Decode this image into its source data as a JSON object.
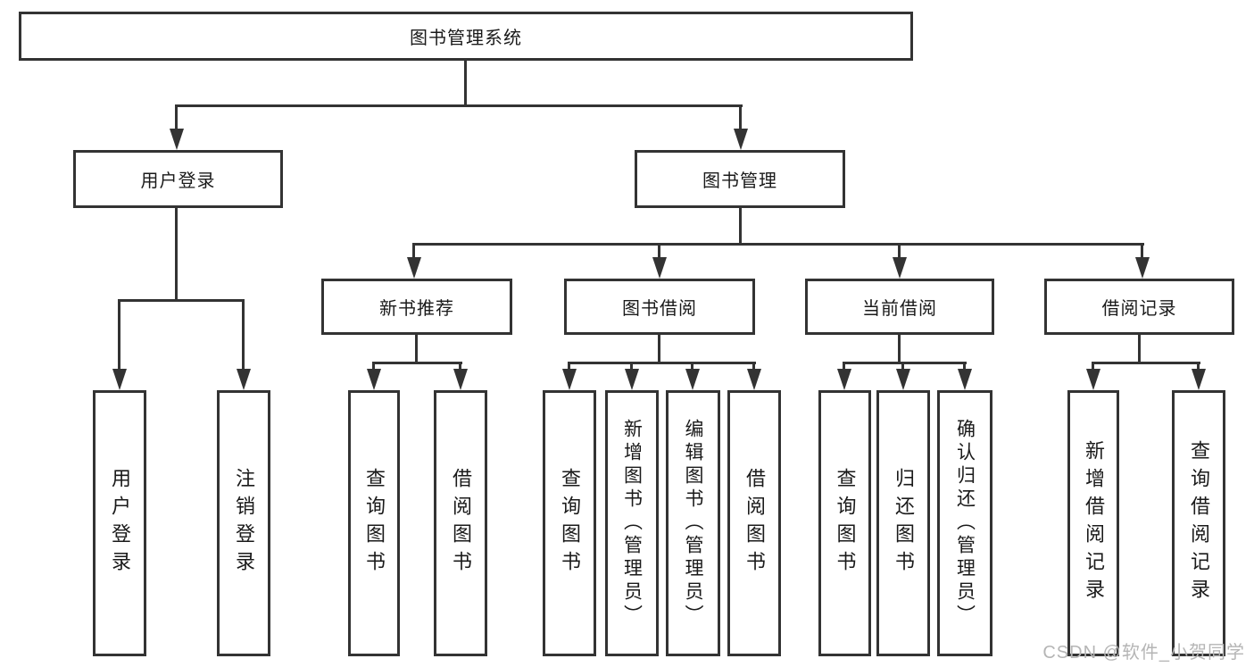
{
  "nodes": {
    "root": "图书管理系统",
    "user_login": "用户登录",
    "book_mgmt": "图书管理",
    "new_book_rec": "新书推荐",
    "book_borrow": "图书借阅",
    "current_borrow": "当前借阅",
    "borrow_records": "借阅记录",
    "leaf_user_login": "用户登录",
    "leaf_logout": "注销登录",
    "leaf_rec_query": "查询图书",
    "leaf_rec_borrow": "借阅图书",
    "leaf_bb_query": "查询图书",
    "leaf_bb_add": "新增图书（管理员）",
    "leaf_bb_edit": "编辑图书（管理员）",
    "leaf_bb_borrow": "借阅图书",
    "leaf_cb_query": "查询图书",
    "leaf_cb_return": "归还图书",
    "leaf_cb_confirm": "确认归还（管理员）",
    "leaf_br_add": "新增借阅记录",
    "leaf_br_query": "查询借阅记录"
  },
  "hierarchy": {
    "root": [
      "user_login",
      "book_mgmt"
    ],
    "user_login": [
      "leaf_user_login",
      "leaf_logout"
    ],
    "book_mgmt": [
      "new_book_rec",
      "book_borrow",
      "current_borrow",
      "borrow_records"
    ],
    "new_book_rec": [
      "leaf_rec_query",
      "leaf_rec_borrow"
    ],
    "book_borrow": [
      "leaf_bb_query",
      "leaf_bb_add",
      "leaf_bb_edit",
      "leaf_bb_borrow"
    ],
    "current_borrow": [
      "leaf_cb_query",
      "leaf_cb_return",
      "leaf_cb_confirm"
    ],
    "borrow_records": [
      "leaf_br_add",
      "leaf_br_query"
    ]
  },
  "watermark": "CSDN @软件_小贺同学",
  "colors": {
    "line": "#333333",
    "box_border": "#333333",
    "box_fill": "#ffffff",
    "text": "#1a1a1a",
    "watermark": "#b5b5b5",
    "background": "#ffffff"
  }
}
